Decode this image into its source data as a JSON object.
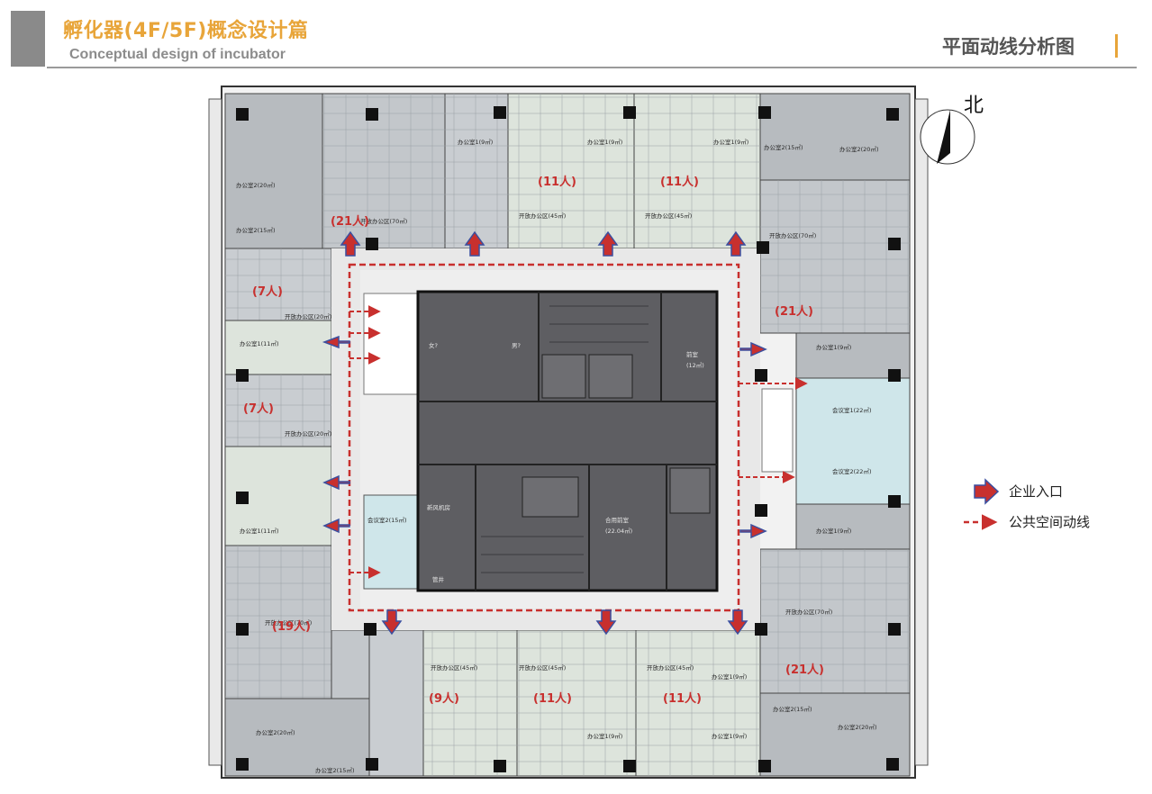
{
  "header": {
    "title": "孵化器(4F/5F)概念设计篇",
    "subtitle": "Conceptual design of incubator",
    "section": "平面动线分析图"
  },
  "compass": {
    "label": "北"
  },
  "legend": {
    "entrance": "企业入口",
    "circulation": "公共空间动线"
  },
  "colors": {
    "accent": "#e8a53a",
    "route": "#c8302e",
    "arrow_fill": "#c8302e",
    "arrow_stroke": "#3a4fa0",
    "core": "#5e5e62",
    "office_grey": "#b5b9bd",
    "office_green": "#dde4dc",
    "meeting": "#cfe6ea"
  },
  "plan": {
    "counts": {
      "top_left": "(21人)",
      "top_mid": "(11人)",
      "top_right": "(11人)",
      "left_upper": "(7人)",
      "left_lower": "(7人)",
      "right_upper": "(21人)",
      "bottom_left": "(19人)",
      "bottom_mid_left": "(9人)",
      "bottom_mid": "(11人)",
      "bottom_mid_right": "(11人)",
      "bottom_right": "(21人)"
    },
    "rooms": {
      "o_tl_1": "办公室2(20㎡)",
      "o_tl_2": "办公室2(15㎡)",
      "open_tl": "开放办公区(70㎡)",
      "open_t1": "开放办公区(45㎡)",
      "open_t2": "开放办公区(45㎡)",
      "o_t1": "办公室1(9㎡)",
      "o_t2": "办公室1(9㎡)",
      "o_t3": "办公室1(9㎡)",
      "o_tr_1": "办公室2(15㎡)",
      "o_tr_2": "办公室2(20㎡)",
      "open_tr": "开放办公区(70㎡)",
      "open_l1": "开放办公区(20㎡)",
      "open_l2": "开放办公区(20㎡)",
      "o_l1": "办公室1(11㎡)",
      "o_l2": "办公室1(11㎡)",
      "meet_r1": "会议室1(22㎡)",
      "meet_r2": "会议室2(22㎡)",
      "o_r1": "办公室1(9㎡)",
      "o_r2": "办公室1(9㎡)",
      "meet_l": "会议室2(15㎡)",
      "open_bl": "开放办公区(70㎡)",
      "o_bl_1": "办公室2(20㎡)",
      "o_bl_2": "办公室2(15㎡)",
      "open_b1": "开放办公区(45㎡)",
      "open_b2": "开放办公区(45㎡)",
      "open_b3": "开放办公区(45㎡)",
      "o_br_1": "办公室2(15㎡)",
      "o_br_2": "办公室2(20㎡)",
      "open_br": "开放办公区(70㎡)",
      "o_b1": "办公室1(9㎡)",
      "o_b2": "办公室1(9㎡)",
      "o_b3": "办公室1(9㎡)"
    },
    "core_labels": {
      "female_wc": "女?",
      "male_wc": "男?",
      "front_room": "前室",
      "front_room_area": "(12㎡)",
      "machine": "新风机房",
      "share": "合用前室",
      "share_area": "(22.04㎡)",
      "wells": "管井"
    }
  }
}
